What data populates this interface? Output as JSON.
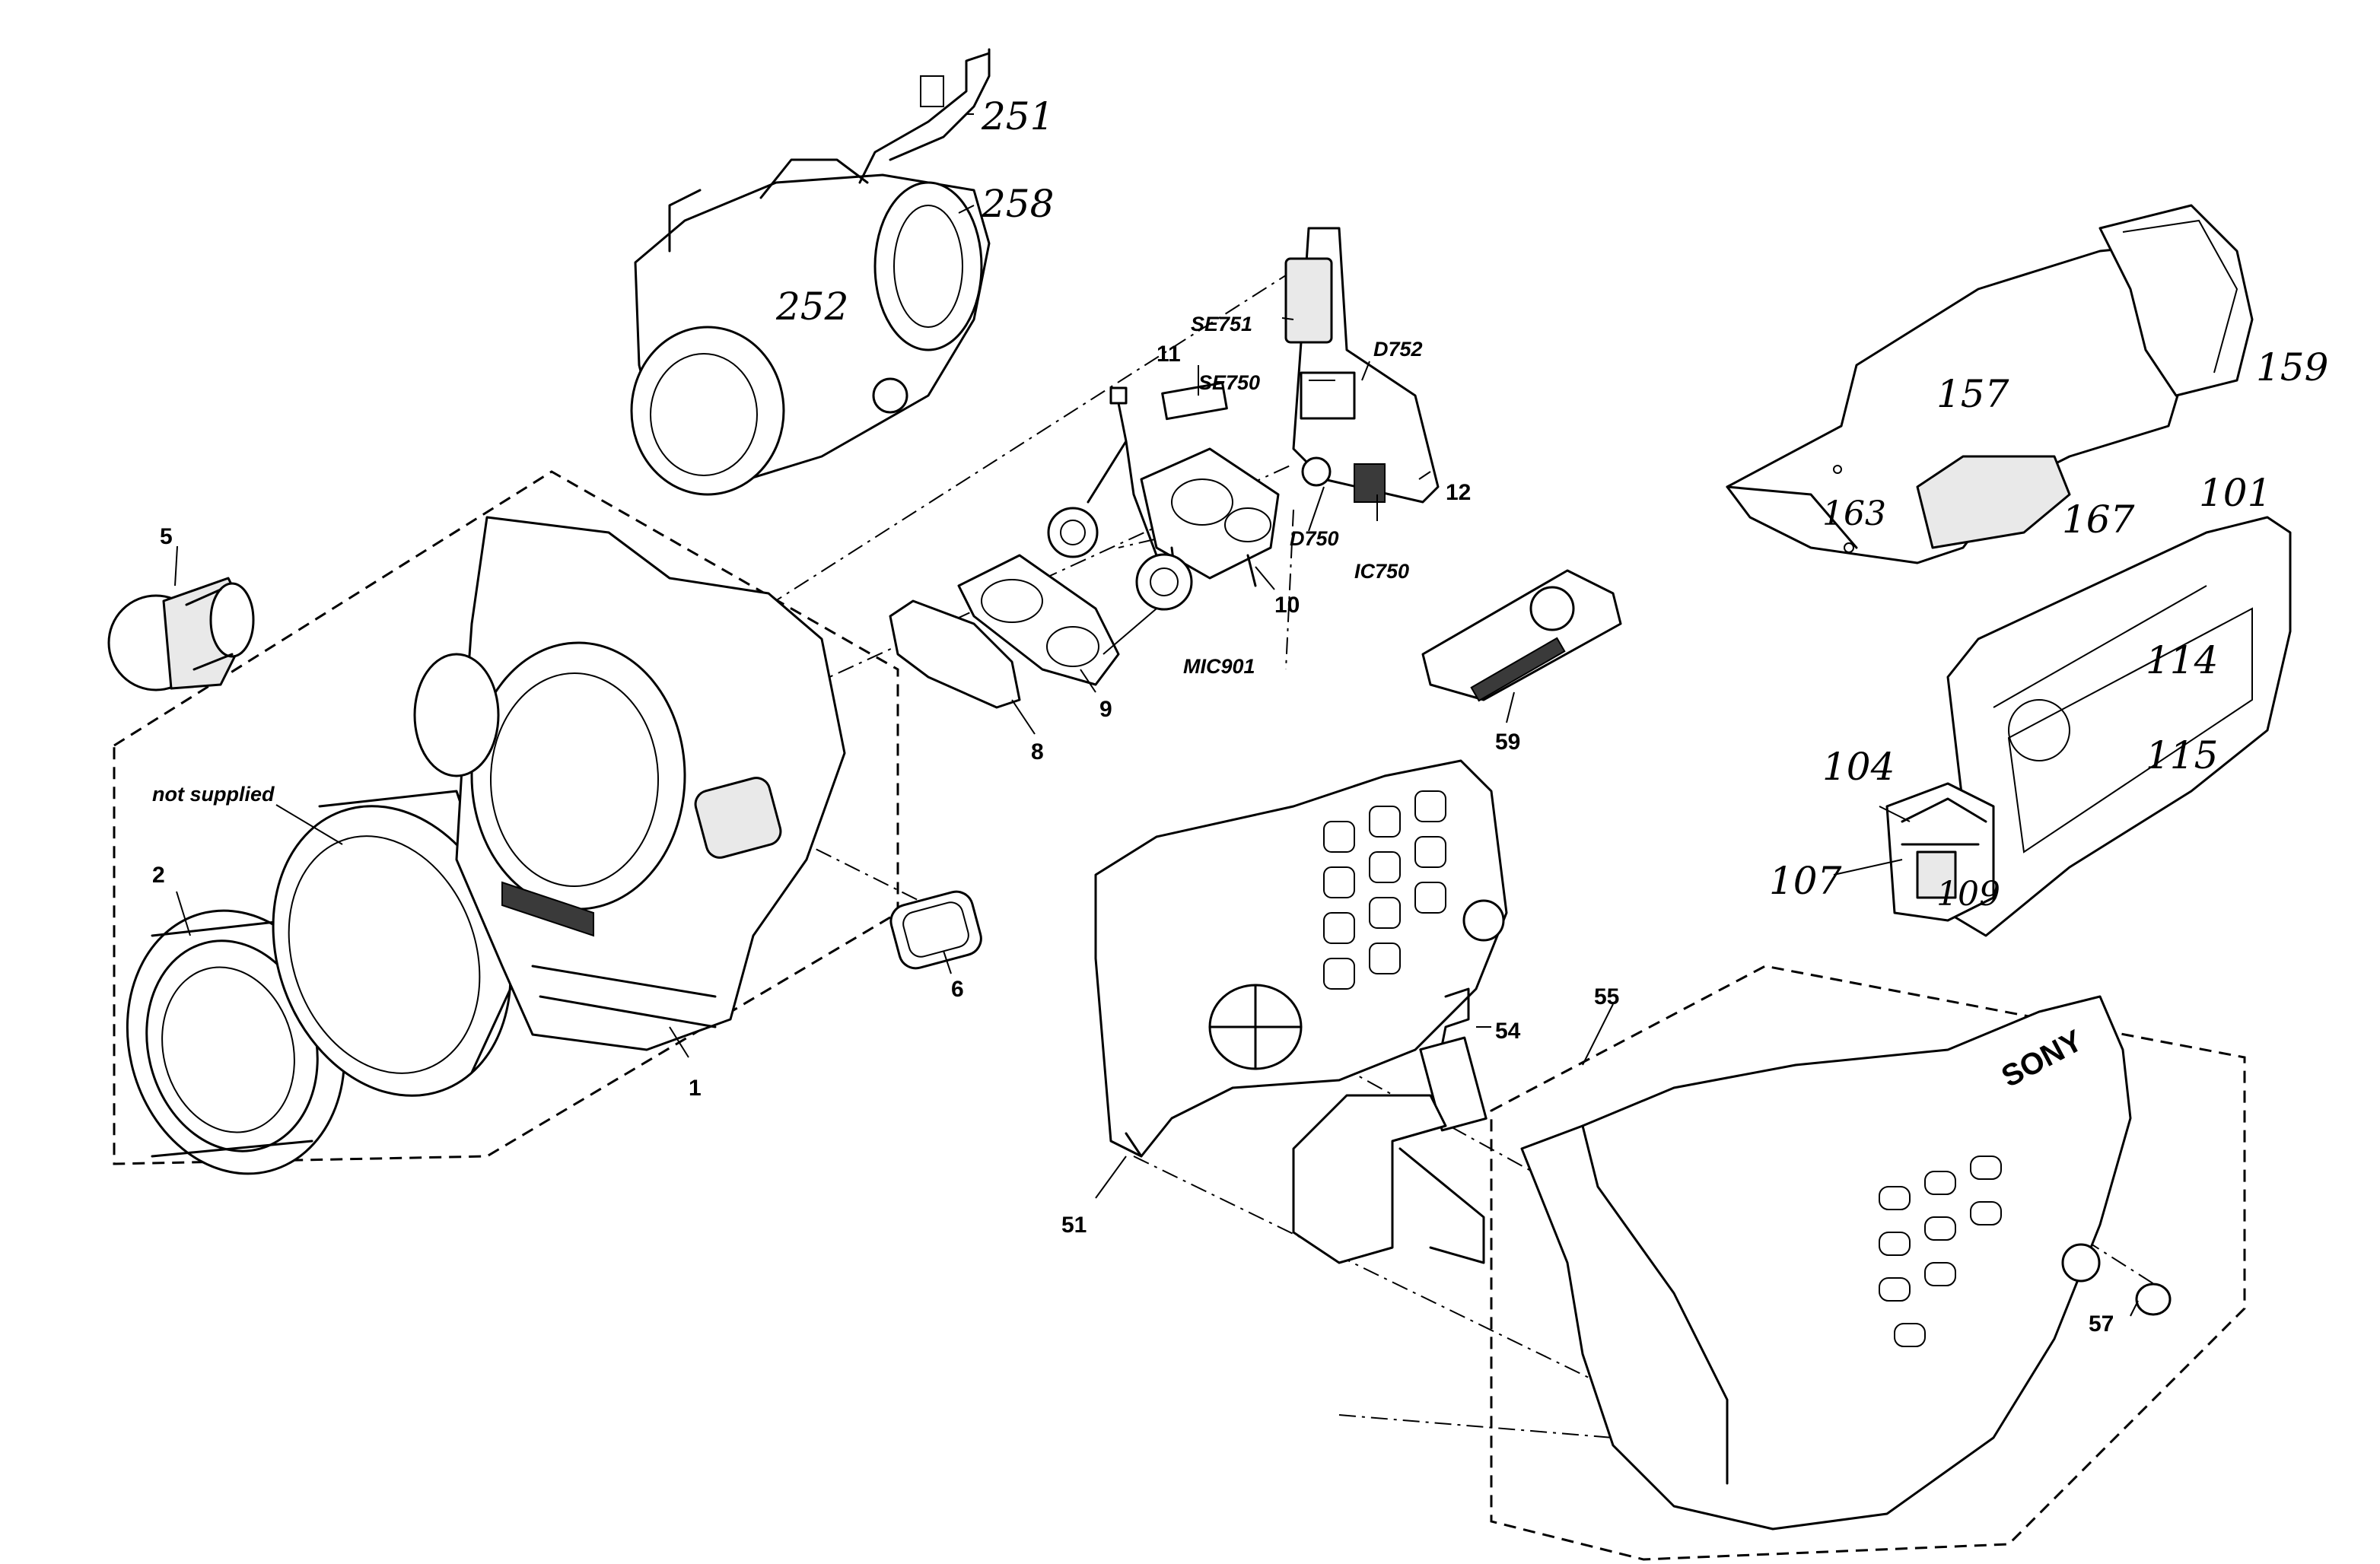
{
  "labels": {
    "l1": "1",
    "l2": "2",
    "l5": "5",
    "l6": "6",
    "l8": "8",
    "l9": "9",
    "l10": "10",
    "l11": "11",
    "l12": "12",
    "l51": "51",
    "l54": "54",
    "l55": "55",
    "l57": "57",
    "l59": "59",
    "not_supplied": "not supplied",
    "se751": "SE751",
    "se750": "SE750",
    "d752": "D752",
    "d750": "D750",
    "ic750": "IC750",
    "mic901": "MIC901"
  },
  "handwritten": {
    "h251": "251",
    "h258": "258",
    "h252": "252",
    "h159": "159",
    "h157": "157",
    "h163": "163",
    "h167": "167",
    "h101": "101",
    "h114": "114",
    "h115": "115",
    "h104": "104",
    "h107": "107",
    "h109": "109"
  },
  "brand": "SONY"
}
